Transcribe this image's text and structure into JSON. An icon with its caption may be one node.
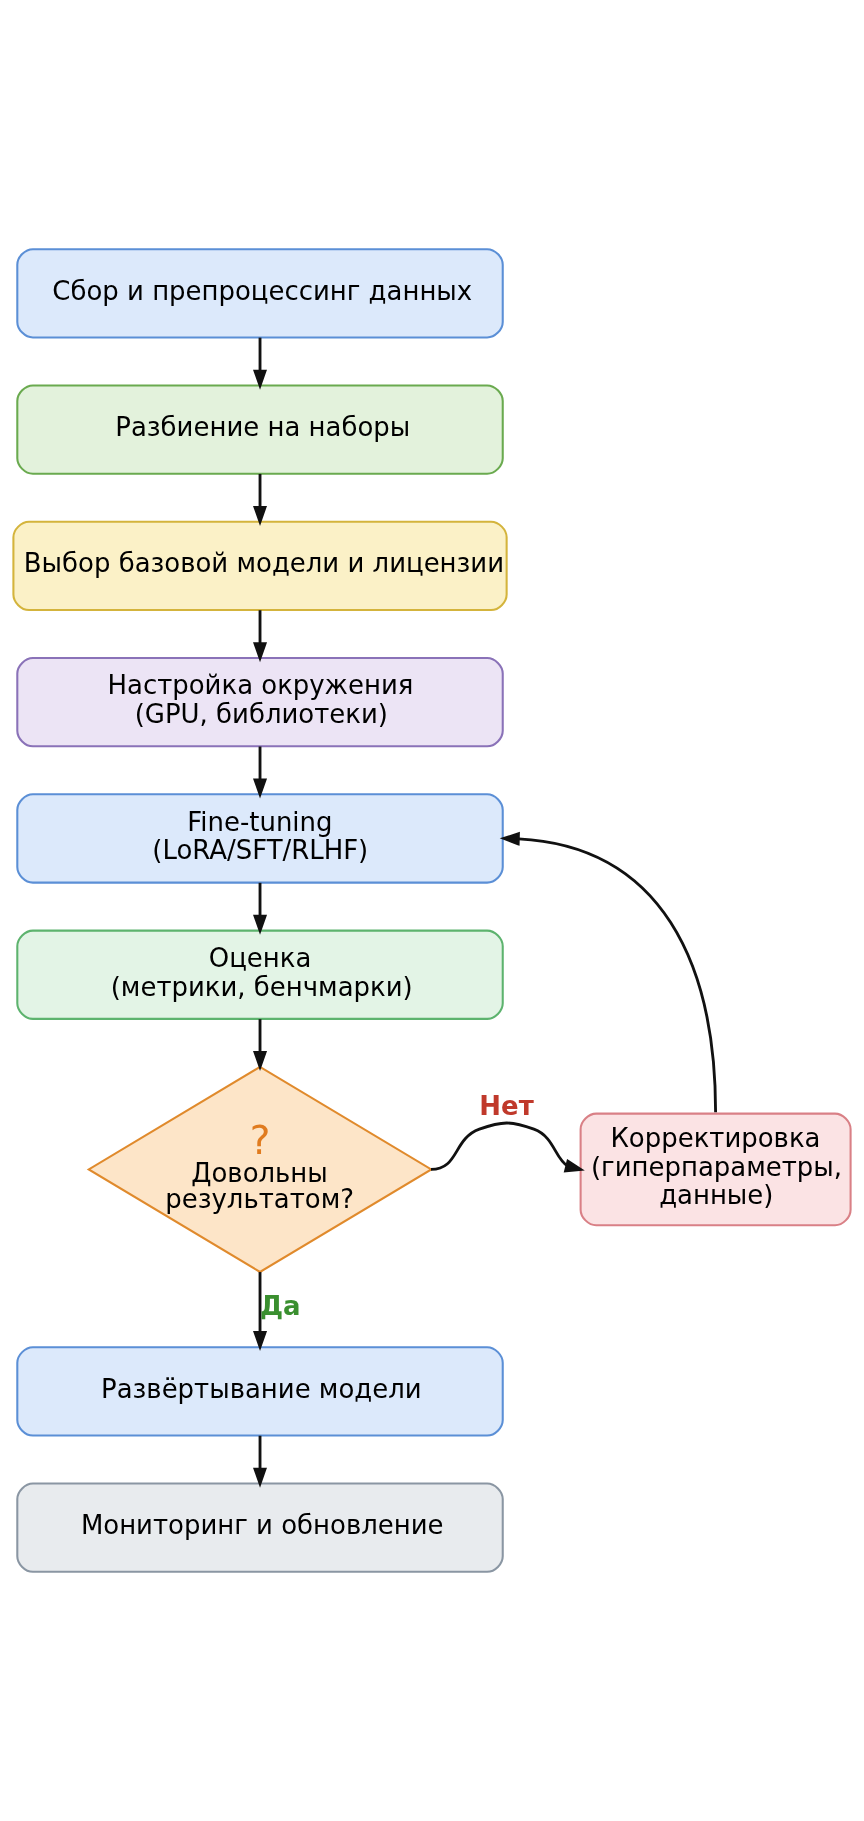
{
  "diagram": {
    "nodes": [
      {
        "text": [
          "Сбор и препроцессинг данных"
        ]
      },
      {
        "text": [
          "Разбиение на наборы"
        ]
      },
      {
        "text": [
          "Выбор базовой модели и лицензии"
        ]
      },
      {
        "text": [
          "Настройка окружения (GPU, библиотеки)"
        ]
      },
      {
        "text": [
          "Fine-tuning (LoRA/SFT/RLHF)"
        ]
      },
      {
        "text": [
          "Оценка (метрики, бенчмарки)"
        ]
      },
      {
        "text": [
          "?",
          "Довольны результатом?"
        ]
      },
      {
        "text": [
          "Корректировка (гиперпараметры, данные)"
        ]
      },
      {
        "text": [
          "Развёртывание модели"
        ]
      },
      {
        "text": [
          "Мониторинг и обновление"
        ]
      }
    ],
    "edges": [
      {
        "from": 0,
        "to": 1,
        "arrow": "to"
      },
      {
        "from": 1,
        "to": 2,
        "arrow": "to"
      },
      {
        "from": 2,
        "to": 3,
        "arrow": "to"
      },
      {
        "from": 3,
        "to": 4,
        "arrow": "to"
      },
      {
        "from": 4,
        "to": 5,
        "arrow": "to"
      },
      {
        "from": 5,
        "to": 6,
        "arrow": "to"
      },
      {
        "from": 6,
        "to": 7,
        "arrow": "to",
        "label": "Нет"
      },
      {
        "from": 7,
        "to": 4,
        "arrow": "to"
      },
      {
        "from": 6,
        "to": 8,
        "arrow": "to",
        "label": "Да"
      },
      {
        "from": 8,
        "to": 9,
        "arrow": "to"
      }
    ]
  }
}
